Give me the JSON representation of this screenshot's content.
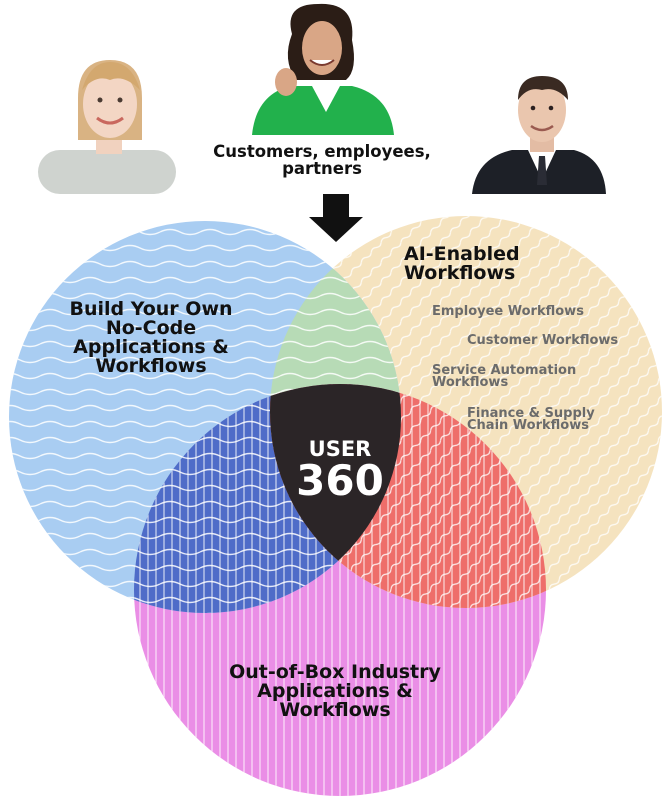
{
  "audience_label": "Customers, employees, partners",
  "center": {
    "line1": "USER",
    "line2": "360"
  },
  "circles": {
    "build": {
      "title": "Build Your Own No-Code Applications & Workflows",
      "color": "#a9cdf2"
    },
    "ai": {
      "title": "AI-Enabled Workflows",
      "color": "#f5e3bf",
      "items": [
        "Employee Workflows",
        "Customer Workflows",
        "Service Automation Workflows",
        "Finance & Supply Chain Workflows"
      ]
    },
    "industry": {
      "title": "Out-of-Box Industry Applications & Workflows",
      "color": "#ea8ee6"
    }
  },
  "overlap_colors": {
    "build_ai": "#b7dbb6",
    "build_industry": "#4f6cc8",
    "ai_industry": "#ee6e6a",
    "center": "#2b2527"
  },
  "people": [
    {
      "name": "smiling woman with blonde hair",
      "shirt": "#cfd3cf"
    },
    {
      "name": "laughing woman in green jacket",
      "shirt": "#22b14c"
    },
    {
      "name": "smiling man in dark suit",
      "shirt": "#1d2027"
    }
  ]
}
